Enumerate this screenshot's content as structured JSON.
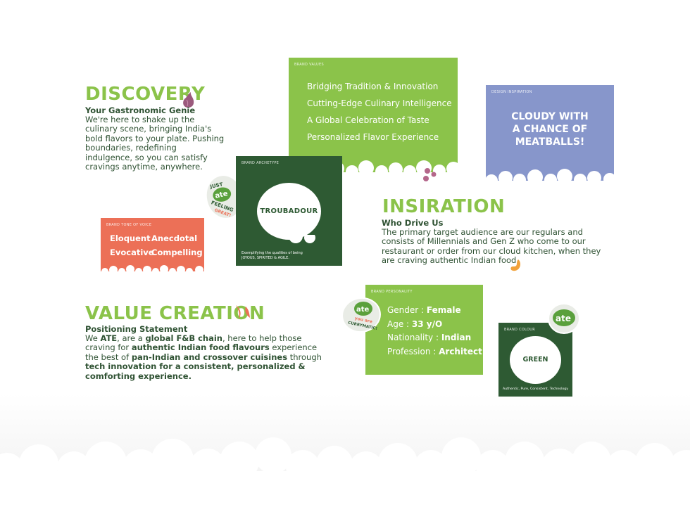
{
  "colors": {
    "accent_green": "#8bc34a",
    "dark_green": "#2e5a33",
    "coral": "#ec7057",
    "periwinkle": "#8796cb",
    "text": "#2f5233"
  },
  "discovery": {
    "title": "DISCOVERY",
    "subtitle": "Your Gastronomic Genie",
    "lines": [
      "We're here to shake up the",
      "culinary scene, bringing India's",
      "bold flavors to your plate. Pushing",
      "boundaries, redefining",
      "indulgence, so you can satisfy",
      "cravings anytime, anywhere."
    ]
  },
  "inspiration": {
    "title": "INSIRATION",
    "subtitle": "Who Drive Us",
    "lines": [
      "The primary target audience are our regulars and",
      "consists of Millennials and Gen Z who come to our",
      "restaurant or order from our cloud kitchen, when they",
      "are craving authentic Indian food."
    ]
  },
  "value_creation": {
    "title": "VALUE CREATION",
    "subtitle": "Positioning Statement",
    "line1": {
      "t1": "We ",
      "b1": "ATE",
      "t2": ", are a ",
      "b2": "global F&B chain",
      "t3": ", here to help those"
    },
    "line2": {
      "t1": "craving for ",
      "b1": "authentic Indian food flavours",
      "t2": " experience"
    },
    "line3": {
      "t1": "the best of ",
      "b1": "pan-Indian and crossover cuisines",
      "t2": " through"
    },
    "line4": {
      "b1": "tech innovation for a consistent, personalized &"
    },
    "line5": {
      "b1": "comforting experience."
    }
  },
  "brand_values": {
    "tag": "BRAND VALUES",
    "items": [
      "Bridging Tradition & Innovation",
      "Cutting-Edge Culinary  Intelligence",
      "A Global Celebration of Taste",
      "Personalized Flavor Experience"
    ]
  },
  "design_inspiration": {
    "tag": "DESIGN INSPIRATION",
    "lines": [
      "CLOUDY WITH",
      "A CHANCE OF",
      "MEATBALLS!"
    ]
  },
  "brand_archetype": {
    "tag": "BRAND ARCHETYPE",
    "name": "TROUBADOUR",
    "desc_line1": "Exemplifying the qualities of being",
    "desc_line2": "JOYOUS, SPIRITED & AGILE."
  },
  "brand_tone": {
    "tag": "BRAND TONE OF VOICE",
    "words": [
      "Eloquent",
      "Anecdotal",
      "Evocative",
      "Compelling"
    ]
  },
  "brand_personality": {
    "tag": "BRAND PERSONALITY",
    "items": [
      {
        "label": "Gender : ",
        "value": "Female"
      },
      {
        "label": "Age : ",
        "value": "33 y/O"
      },
      {
        "label": "Nationality : ",
        "value": "Indian"
      },
      {
        "label": "Profession : ",
        "value": "Architect"
      }
    ]
  },
  "brand_colour": {
    "tag": "BRAND COLOUR",
    "name": "GREEN",
    "desc": "Authentic, Pure, Consistent, Technology"
  },
  "stickers": {
    "logo": "ate",
    "sticker1_top": "JUST",
    "sticker1_bottom": "FEELING",
    "sticker1_extra": "GREAT!",
    "sticker2_line1": "you are",
    "sticker2_line2": "CURRYMATIC!"
  },
  "icons": [
    "cloud-border",
    "onion-icon",
    "chilli-icon",
    "grape-dots-icon",
    "cashew-icon"
  ]
}
